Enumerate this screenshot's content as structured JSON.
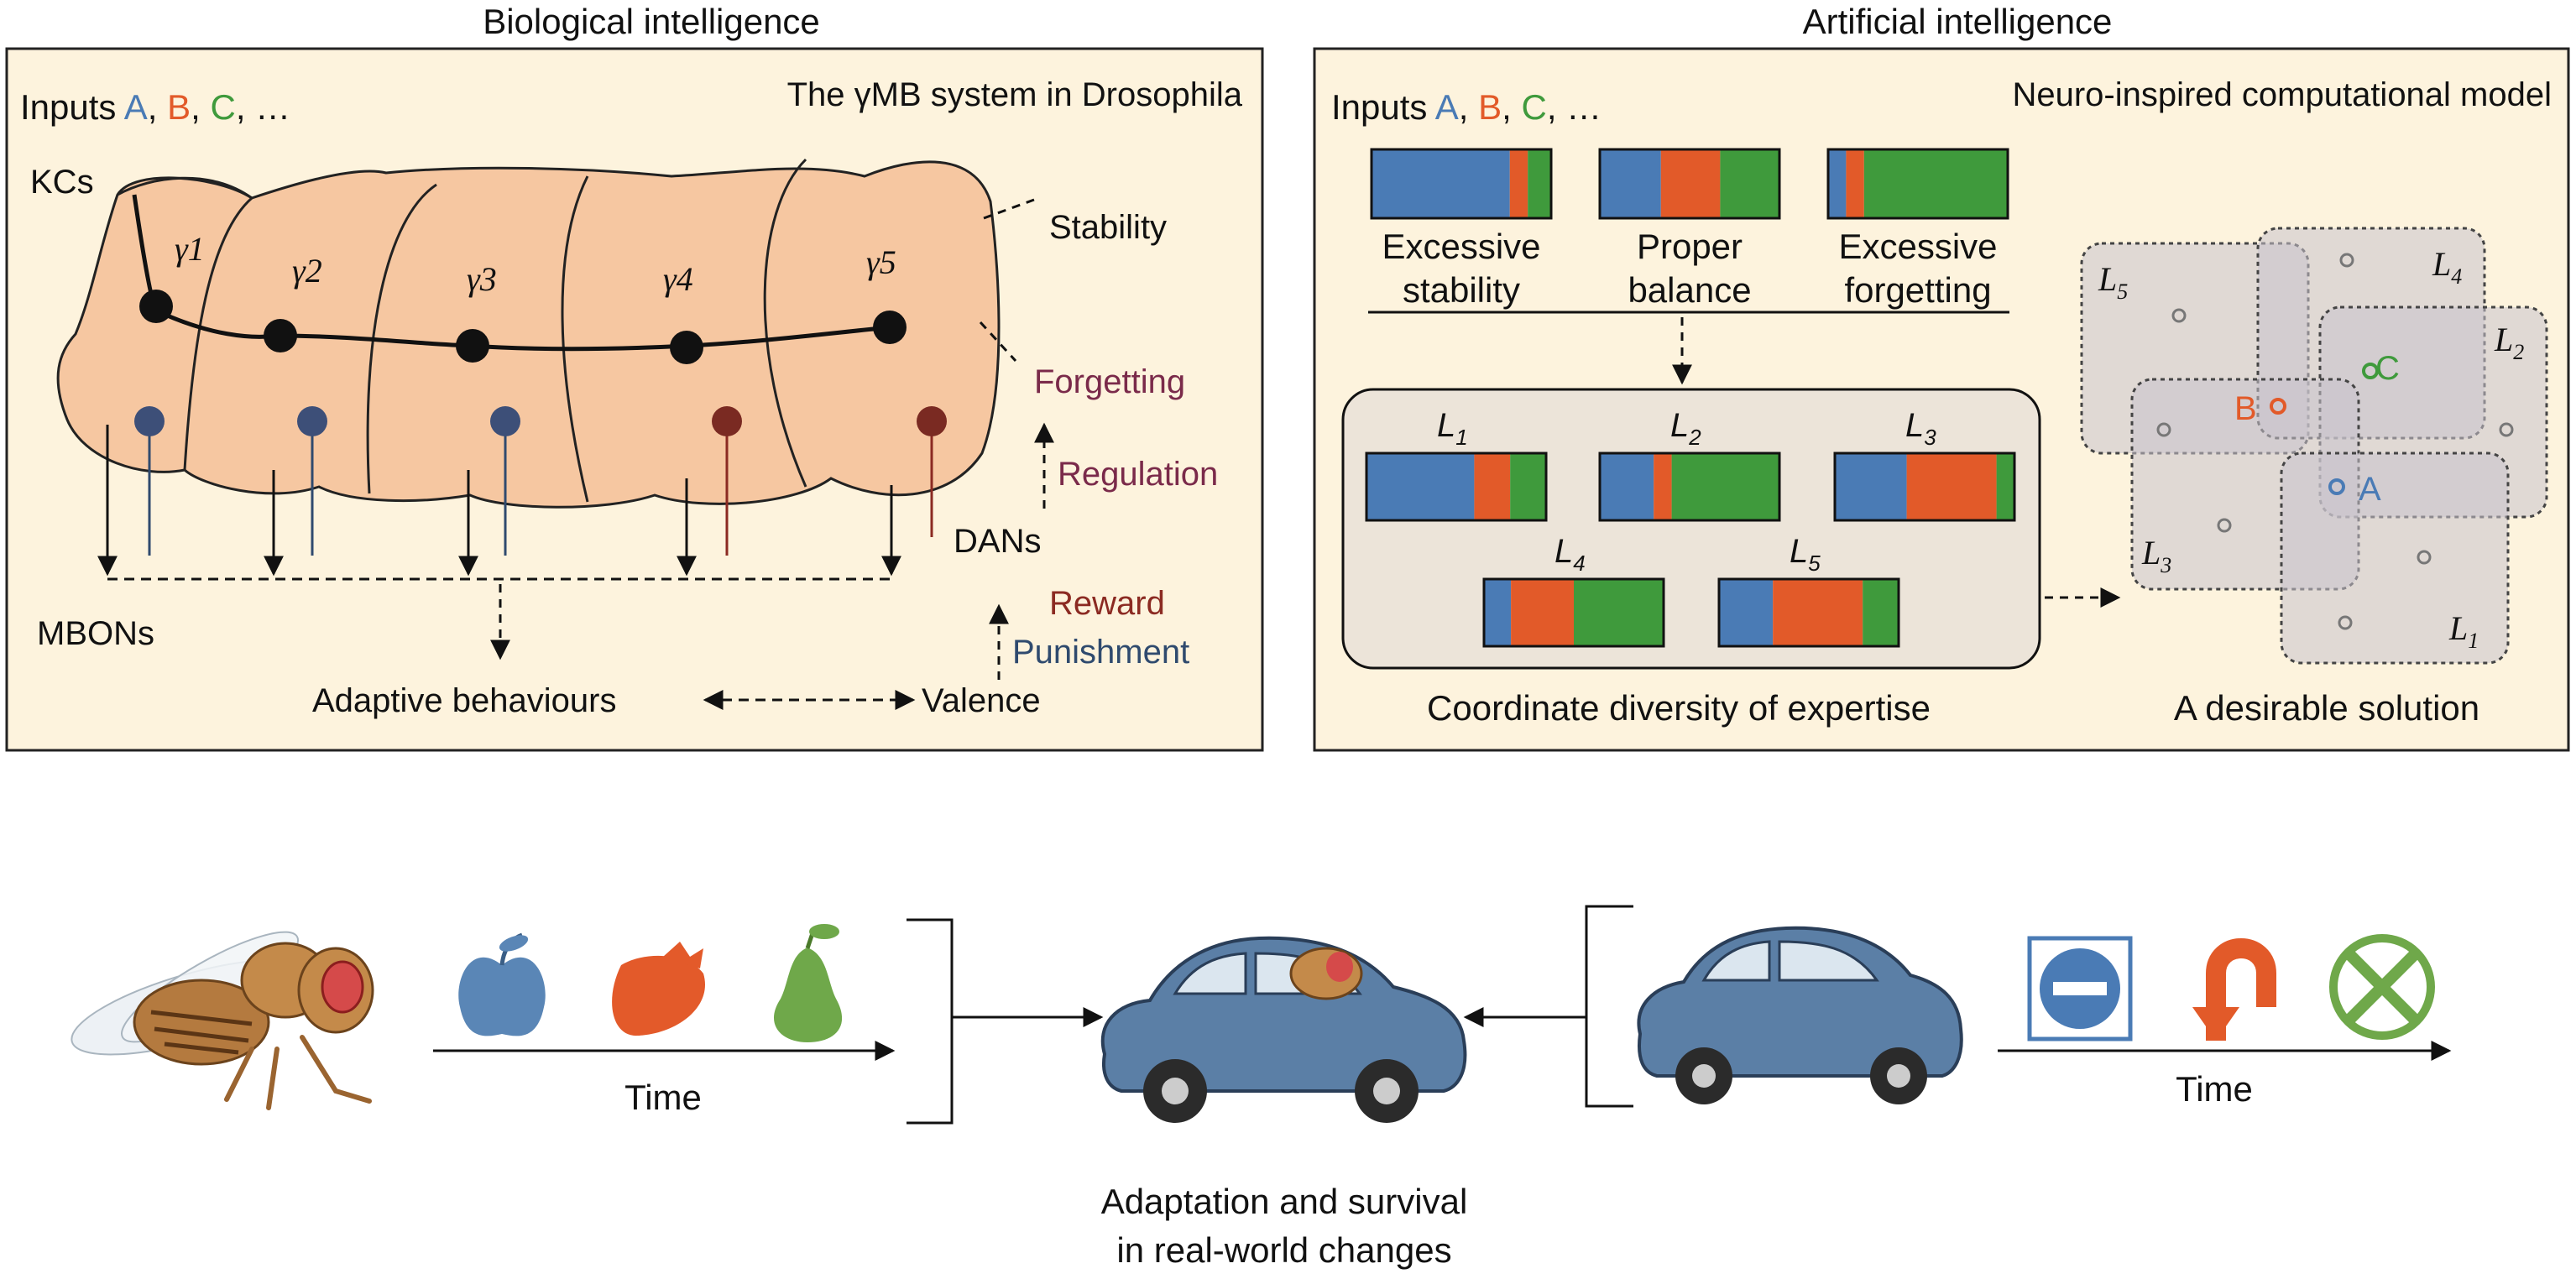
{
  "bio": {
    "heading": "Biological intelligence",
    "subtitle": "The γMB system in Drosophila",
    "inputs_prefix": "Inputs ",
    "inputs": [
      {
        "label": "A",
        "color": "#4a7bb5"
      },
      {
        "label": "B",
        "color": "#e25a29"
      },
      {
        "label": "C",
        "color": "#3f9a3c"
      }
    ],
    "inputs_suffix": ", …",
    "kcs": "KCs",
    "lobes": [
      "γ1",
      "γ2",
      "γ3",
      "γ4",
      "γ5"
    ],
    "stability": "Stability",
    "forgetting": "Forgetting",
    "regulation": "Regulation",
    "dans": "DANs",
    "reward": "Reward",
    "punishment": "Punishment",
    "mbons": "MBONs",
    "adaptive": "Adaptive behaviours",
    "valence": "Valence"
  },
  "ai": {
    "heading": "Artificial intelligence",
    "subtitle": "Neuro-inspired computational model",
    "inputs_prefix": "Inputs ",
    "inputs": [
      {
        "label": "A",
        "color": "#4a7bb5"
      },
      {
        "label": "B",
        "color": "#e25a29"
      },
      {
        "label": "C",
        "color": "#3f9a3c"
      }
    ],
    "inputs_suffix": ", …",
    "balance_bars": [
      {
        "line1": "Excessive",
        "line2": "stability",
        "blue": 0.77,
        "red": 0.1,
        "green": 0.13
      },
      {
        "line1": "Proper",
        "line2": "balance",
        "blue": 0.34,
        "red": 0.33,
        "green": 0.33
      },
      {
        "line1": "Excessive",
        "line2": "forgetting",
        "blue": 0.1,
        "red": 0.1,
        "green": 0.8
      }
    ],
    "learners": [
      {
        "label": "L",
        "sub": "1",
        "blue": 0.6,
        "red": 0.2,
        "green": 0.2
      },
      {
        "label": "L",
        "sub": "2",
        "blue": 0.3,
        "red": 0.1,
        "green": 0.6
      },
      {
        "label": "L",
        "sub": "3",
        "blue": 0.4,
        "red": 0.5,
        "green": 0.1
      },
      {
        "label": "L",
        "sub": "4",
        "blue": 0.15,
        "red": 0.35,
        "green": 0.5
      },
      {
        "label": "L",
        "sub": "5",
        "blue": 0.3,
        "red": 0.5,
        "green": 0.2
      }
    ],
    "diversity_caption": "Coordinate diversity of expertise",
    "solution_caption": "A desirable solution",
    "regions": [
      {
        "label": "L",
        "sub": "1"
      },
      {
        "label": "L",
        "sub": "2"
      },
      {
        "label": "L",
        "sub": "3"
      },
      {
        "label": "L",
        "sub": "4"
      },
      {
        "label": "L",
        "sub": "5"
      }
    ],
    "points": [
      {
        "label": "A",
        "color": "#4a7bb5"
      },
      {
        "label": "B",
        "color": "#e25a29"
      },
      {
        "label": "C",
        "color": "#3f9a3c"
      }
    ]
  },
  "bottom": {
    "time_left": "Time",
    "time_right": "Time",
    "caption_line1": "Adaptation and survival",
    "caption_line2": "in real-world changes",
    "fruits": [
      "apple-icon",
      "strawberry-icon",
      "pear-icon"
    ],
    "signs": [
      "no-entry-sign-icon",
      "u-turn-sign-icon",
      "cross-sign-icon"
    ]
  },
  "colors": {
    "blue": "#4a7bb5",
    "red": "#e25a29",
    "green": "#3f9a3c",
    "panel_bg": "#fdf3dd",
    "mb_fill": "#f6c7a1",
    "purple_text": "#7a2a4a",
    "reward_text": "#8b2a22",
    "punish_text": "#2f4a6e",
    "car_blue": "#5b7fa6"
  }
}
